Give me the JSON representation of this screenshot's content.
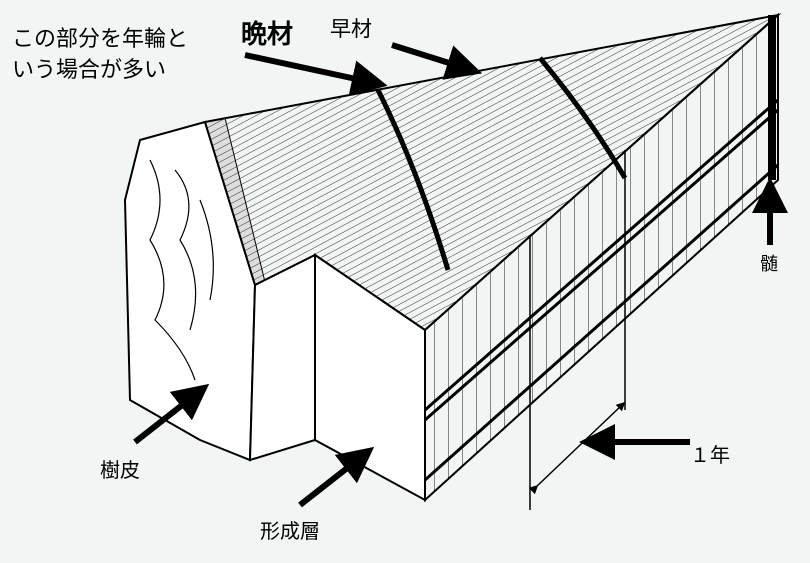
{
  "labels": {
    "growth_ring_line1": "この部分を年輪と",
    "growth_ring_line2": "いう場合が多い",
    "latewood": "晩材",
    "earlywood": "早材",
    "pith": "髄",
    "bark": "樹皮",
    "cambium": "形成層",
    "one_year": "１年"
  },
  "colors": {
    "background": "#f1f5f3",
    "ink": "#000000"
  }
}
